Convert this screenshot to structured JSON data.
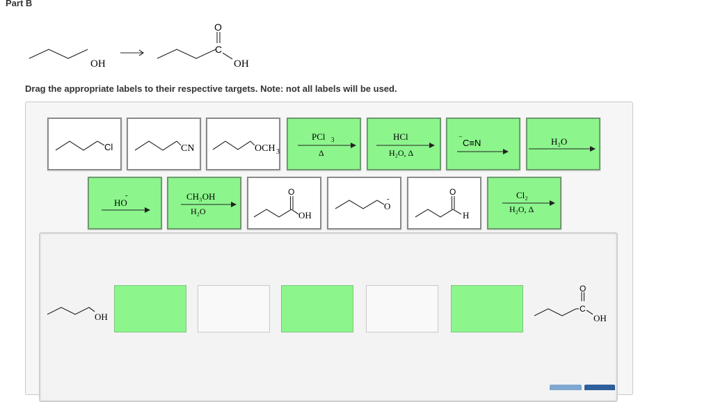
{
  "part_title": "Part B",
  "reaction": {
    "start_oh": "OH",
    "product_o": "O",
    "product_c": "C",
    "product_oh": "OH"
  },
  "instruction": "Drag the appropriate labels to their respective targets. Note: not all labels will be used.",
  "labels": {
    "alkyl_chloride": "Cl",
    "nitrile": "CN",
    "methyl_ether": "OCH",
    "methyl_ether_sub": "3",
    "pcl3_top": "PCl",
    "pcl3_sub": "3",
    "pcl3_bottom": "Δ",
    "hcl_top": "HCl",
    "hcl_bottom": "H₂O, Δ",
    "cyanide": "C≡N",
    "cyanide_charge": "⁻",
    "water": "H₂O",
    "hydroxide": "HO",
    "hydroxide_charge": "-",
    "methanol_top": "CH₃OH",
    "methanol_bottom": "H₂O",
    "acid_o": "O",
    "acid_oh": "OH",
    "alkoxide_o": "O",
    "alkoxide_charge": "-",
    "aldehyde_o": "O",
    "aldehyde_h": "H",
    "chlorine_top": "Cl₂",
    "chlorine_bottom": "H₂O, Δ"
  },
  "targets": {
    "start_oh": "OH",
    "end_o": "O",
    "end_c": "C",
    "end_oh": "OH"
  },
  "colors": {
    "reagent_green": "#8cf58c",
    "target_green": "#8cf58c",
    "tile_border": "#8a8a8a"
  }
}
